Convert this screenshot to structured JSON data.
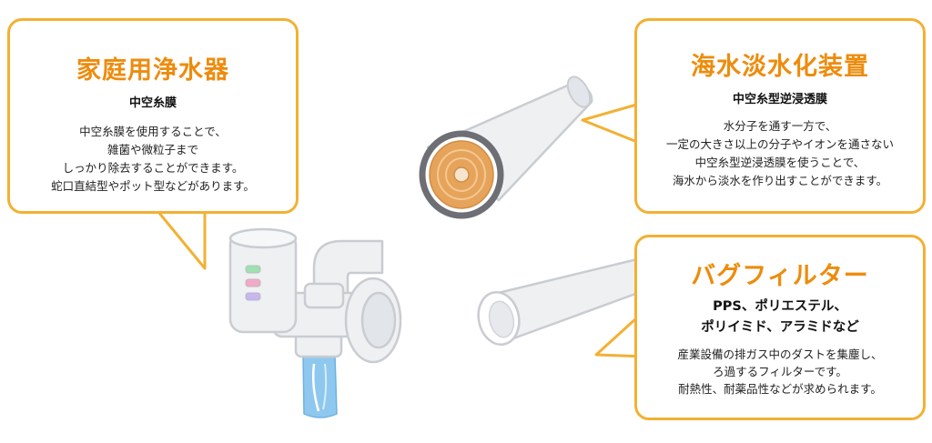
{
  "colors": {
    "accent_orange": "#ed8c0d",
    "border_orange": "#f2b134",
    "pale_gray": "#eef0f2",
    "outline_gray": "#c9ccd1",
    "water_blue": "#8fc8ee",
    "core_orange": "#e6a35a"
  },
  "cards": {
    "home": {
      "title": "家庭用浄水器",
      "subtitle": "中空糸膜",
      "lines": [
        "中空糸膜を使用することで、",
        "雑菌や微粒子まで",
        "しっかり除去することができます。",
        "蛇口直結型やポット型などがあります。"
      ]
    },
    "sea": {
      "title": "海水淡水化装置",
      "subtitle": "中空糸型逆浸透膜",
      "lines": [
        "水分子を通す一方で、",
        "一定の大きさ以上の分子やイオンを通さない",
        "中空糸型逆浸透膜を使うことで、",
        "海水から淡水を作り出すことができます。"
      ]
    },
    "bag": {
      "title": "バグフィルター",
      "subtitle_lines": [
        "PPS、ポリエステル、",
        "ポリイミド、アラミドなど"
      ],
      "lines": [
        "産業設備の排ガス中のダストを集塵し、",
        "ろ過するフィルターです。",
        "耐熱性、耐薬品性などが求められます。"
      ]
    }
  },
  "icons": {
    "faucet": "faucet-water-purifier-icon",
    "membrane": "membrane-module-icon",
    "bag": "bag-filter-icon"
  }
}
